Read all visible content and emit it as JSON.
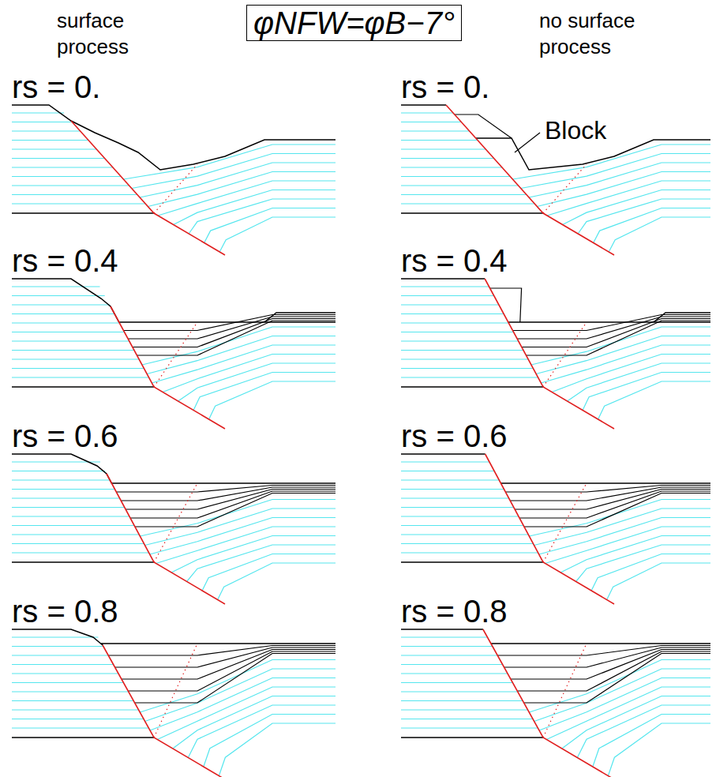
{
  "diagram": {
    "title": "φNFW=φB−7°",
    "labels": [
      "surface process",
      "no surface process",
      "rs = 0.",
      "rs = 0.",
      "Block",
      "rs = 0.4",
      "rs = 0.4",
      "rs = 0.6",
      "rs = 0.6",
      "rs = 0.8",
      "rs = 0.8"
    ]
  }
}
